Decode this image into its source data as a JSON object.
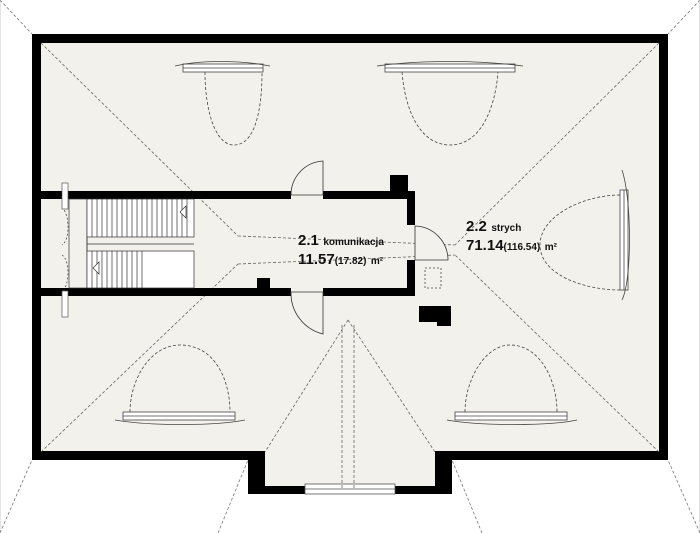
{
  "rooms": [
    {
      "number": "2.1",
      "name": "komunikacja",
      "area": "11.57",
      "area_total": "(17.82)",
      "unit": "m²"
    },
    {
      "number": "2.2",
      "name": "strych",
      "area": "71.14",
      "area_total": "(116.54)",
      "unit": "m²"
    }
  ],
  "colors": {
    "wall": "#000000",
    "floor": "#f3f1ec",
    "roof_line": "#555555"
  }
}
